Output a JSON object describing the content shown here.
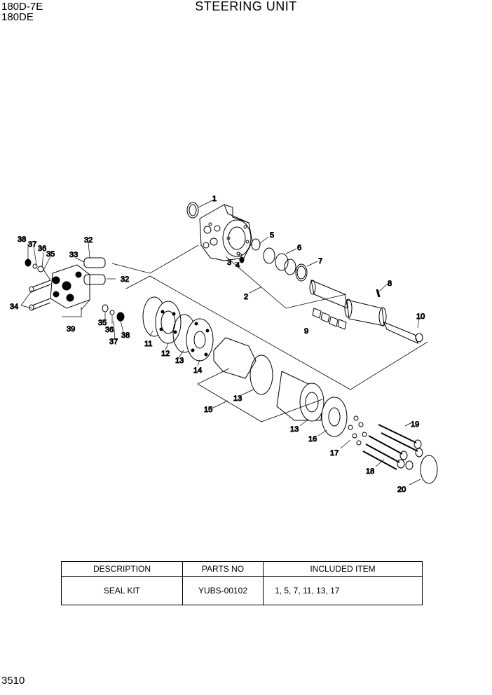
{
  "header": {
    "model_line1": "180D-7E",
    "model_line2": "180DE",
    "title": "STEERING UNIT"
  },
  "callouts": [
    "1",
    "2",
    "3",
    "4",
    "5",
    "6",
    "7",
    "8",
    "9",
    "10",
    "11",
    "12",
    "13",
    "13",
    "13",
    "14",
    "15",
    "16",
    "17",
    "18",
    "19",
    "20",
    "32",
    "32",
    "33",
    "34",
    "35",
    "35",
    "36",
    "36",
    "37",
    "37",
    "38",
    "38",
    "39"
  ],
  "kit_table": {
    "headers": [
      "DESCRIPTION",
      "PARTS NO",
      "INCLUDED ITEM"
    ],
    "rows": [
      {
        "description": "SEAL KIT",
        "parts_no": "YUBS-00102",
        "included": "1, 5, 7, 11, 13, 17"
      }
    ]
  },
  "page_number": "3510"
}
